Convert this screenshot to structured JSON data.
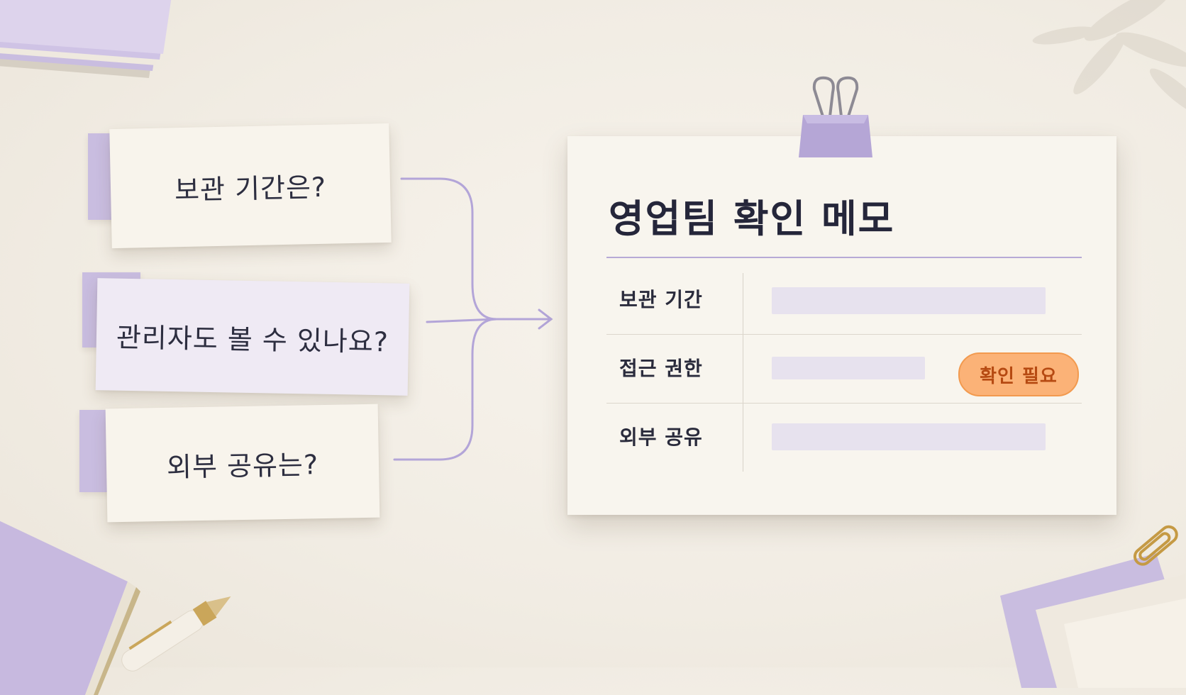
{
  "questions": [
    {
      "label": "보관 기간은?"
    },
    {
      "label": "관리자도 볼 수 있나요?"
    },
    {
      "label": "외부 공유는?"
    }
  ],
  "memo": {
    "title": "영업팀 확인 메모",
    "rows": [
      {
        "label": "보관 기간"
      },
      {
        "label": "접근 권한",
        "badge": "확인 필요"
      },
      {
        "label": "외부 공유"
      }
    ]
  },
  "colors": {
    "background": "#f3efe7",
    "paper": "#f8f5ee",
    "lavender": "#c9bde0",
    "accent_line": "#b7aad6",
    "badge_fill": "#fbb277",
    "badge_text": "#b64a12",
    "text": "#2d2e40"
  },
  "icons": [
    "binder-clip-icon",
    "paperclip-icon",
    "pen-icon",
    "arrow-right-icon"
  ]
}
